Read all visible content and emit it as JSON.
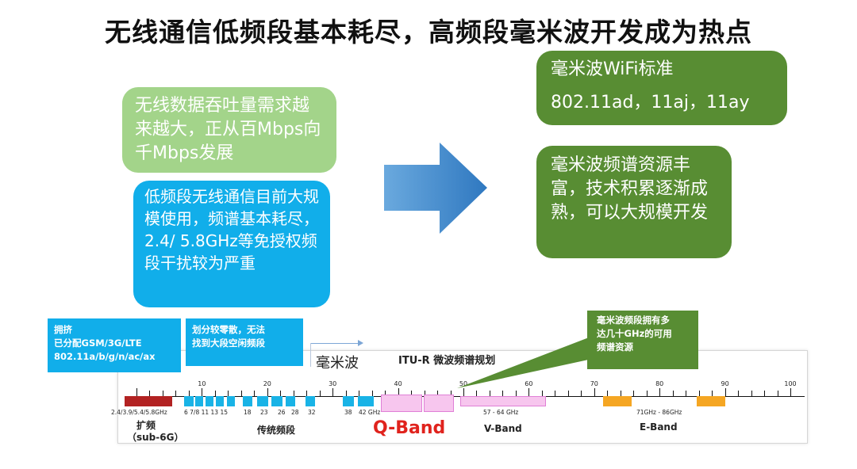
{
  "title": "无线通信低频段基本耗尽，高频段毫米波开发成为热点",
  "left_boxes": {
    "demand": "无线数据吞吐量需求越来越大，正从百Mbps向千Mbps发展",
    "low_band": "低频段无线通信目前大规模使用，频谱基本耗尽，2.4/ 5.8GHz等免授权频段干扰较为严重"
  },
  "right_boxes": {
    "wifi_standard_title": "毫米波WiFi标准",
    "wifi_standard_list": "802.11ad，11aj，11ay",
    "spectrum_rich": "毫米波频谱资源丰富，技术积累逐渐成熟，可以大规模开发"
  },
  "callouts": {
    "crowded": [
      "拥挤",
      "已分配GSM/3G/LTE",
      "802.11a/b/g/n/ac/ax"
    ],
    "scattered": [
      "划分较零散，无法",
      "找到大段空闲频段"
    ],
    "mmwave_bands": [
      "毫米波频段拥有多",
      "达几十GHz的可用",
      "频谱资源"
    ]
  },
  "spectrum": {
    "mmwave_label": "毫米波",
    "itu_label": "ITU-R 微波频谱规划",
    "tick_labels": [
      "10",
      "20",
      "30",
      "40",
      "50",
      "60",
      "70",
      "80",
      "90",
      "100"
    ],
    "freq_labels": {
      "lowband": "2.4/3.9/5.4/5.8GHz",
      "g1": "6 7/8 11 13 15",
      "g2": "18",
      "g3": "23",
      "g4": "26",
      "g5": "28",
      "g6": "32",
      "g7": "38",
      "g8": "42 GHz",
      "vband_range": "57 - 64 GHz",
      "eband_range": "71GHz - 86GHz"
    },
    "bands": {
      "sub6_line1": "扩频",
      "sub6_line2": "（sub-6G）",
      "traditional": "传统频段",
      "q": "Q-Band",
      "v": "V-Band",
      "e": "E-Band"
    }
  },
  "colors": {
    "light_green": "#a3d48a",
    "blue": "#11aeea",
    "dark_green": "#588d33",
    "arrow": "#3b82c4",
    "sub6_band": "#b22222",
    "traditional_band": "#19b3e6",
    "q_band": "#f5b8e8",
    "v_band": "#f5b8e8",
    "e_band": "#f5a623",
    "q_label": "#e0231d"
  }
}
